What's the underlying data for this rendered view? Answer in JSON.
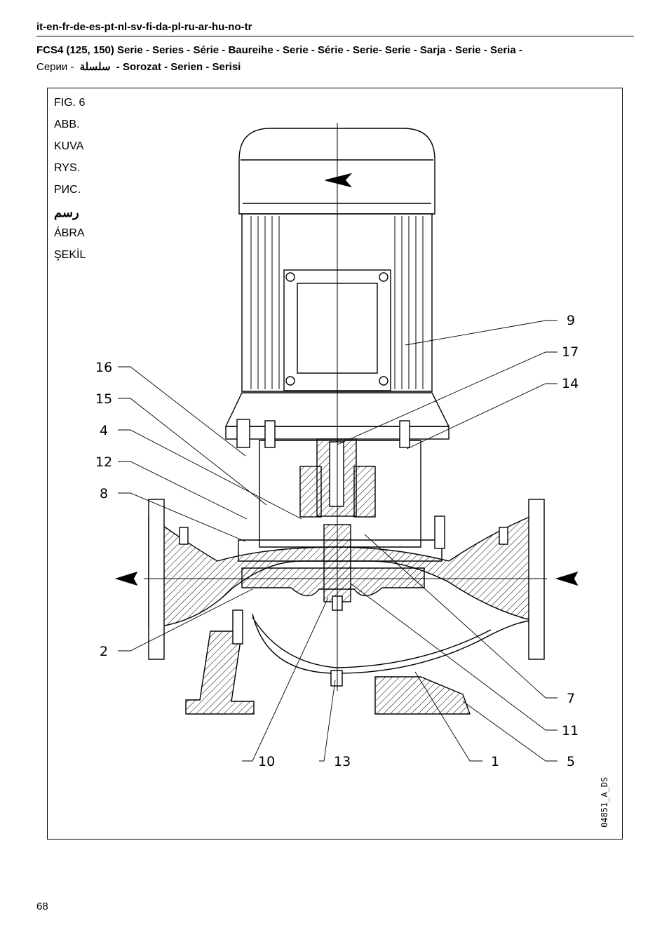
{
  "header": {
    "languages": "it-en-fr-de-es-pt-nl-sv-fi-da-pl-ru-ar-hu-no-tr",
    "title_line1": "FCS4 (125, 150) Serie - Series - Série - Baureihe - Serie - Série - Serie- Serie - Sarja - Serie - Seria -",
    "title_line2_ru": "Серии -",
    "title_line2_ar": "سلسلة",
    "title_line2_rest": "- Sorozat - Serien - Serisi"
  },
  "figure": {
    "labels": [
      "FIG. 6",
      "ABB.",
      "KUVA",
      "RYS.",
      "РИС.",
      "رسم",
      "ÁBRA",
      "ŞEKİL"
    ],
    "doc_number": "04851_A_DS",
    "callouts": {
      "left": [
        "16",
        "15",
        "4",
        "12",
        "8",
        "2"
      ],
      "right": [
        "9",
        "17",
        "14",
        "7",
        "11",
        "5"
      ],
      "bottom": [
        "10",
        "13",
        "1"
      ]
    }
  },
  "footer": {
    "page_number": "68"
  }
}
